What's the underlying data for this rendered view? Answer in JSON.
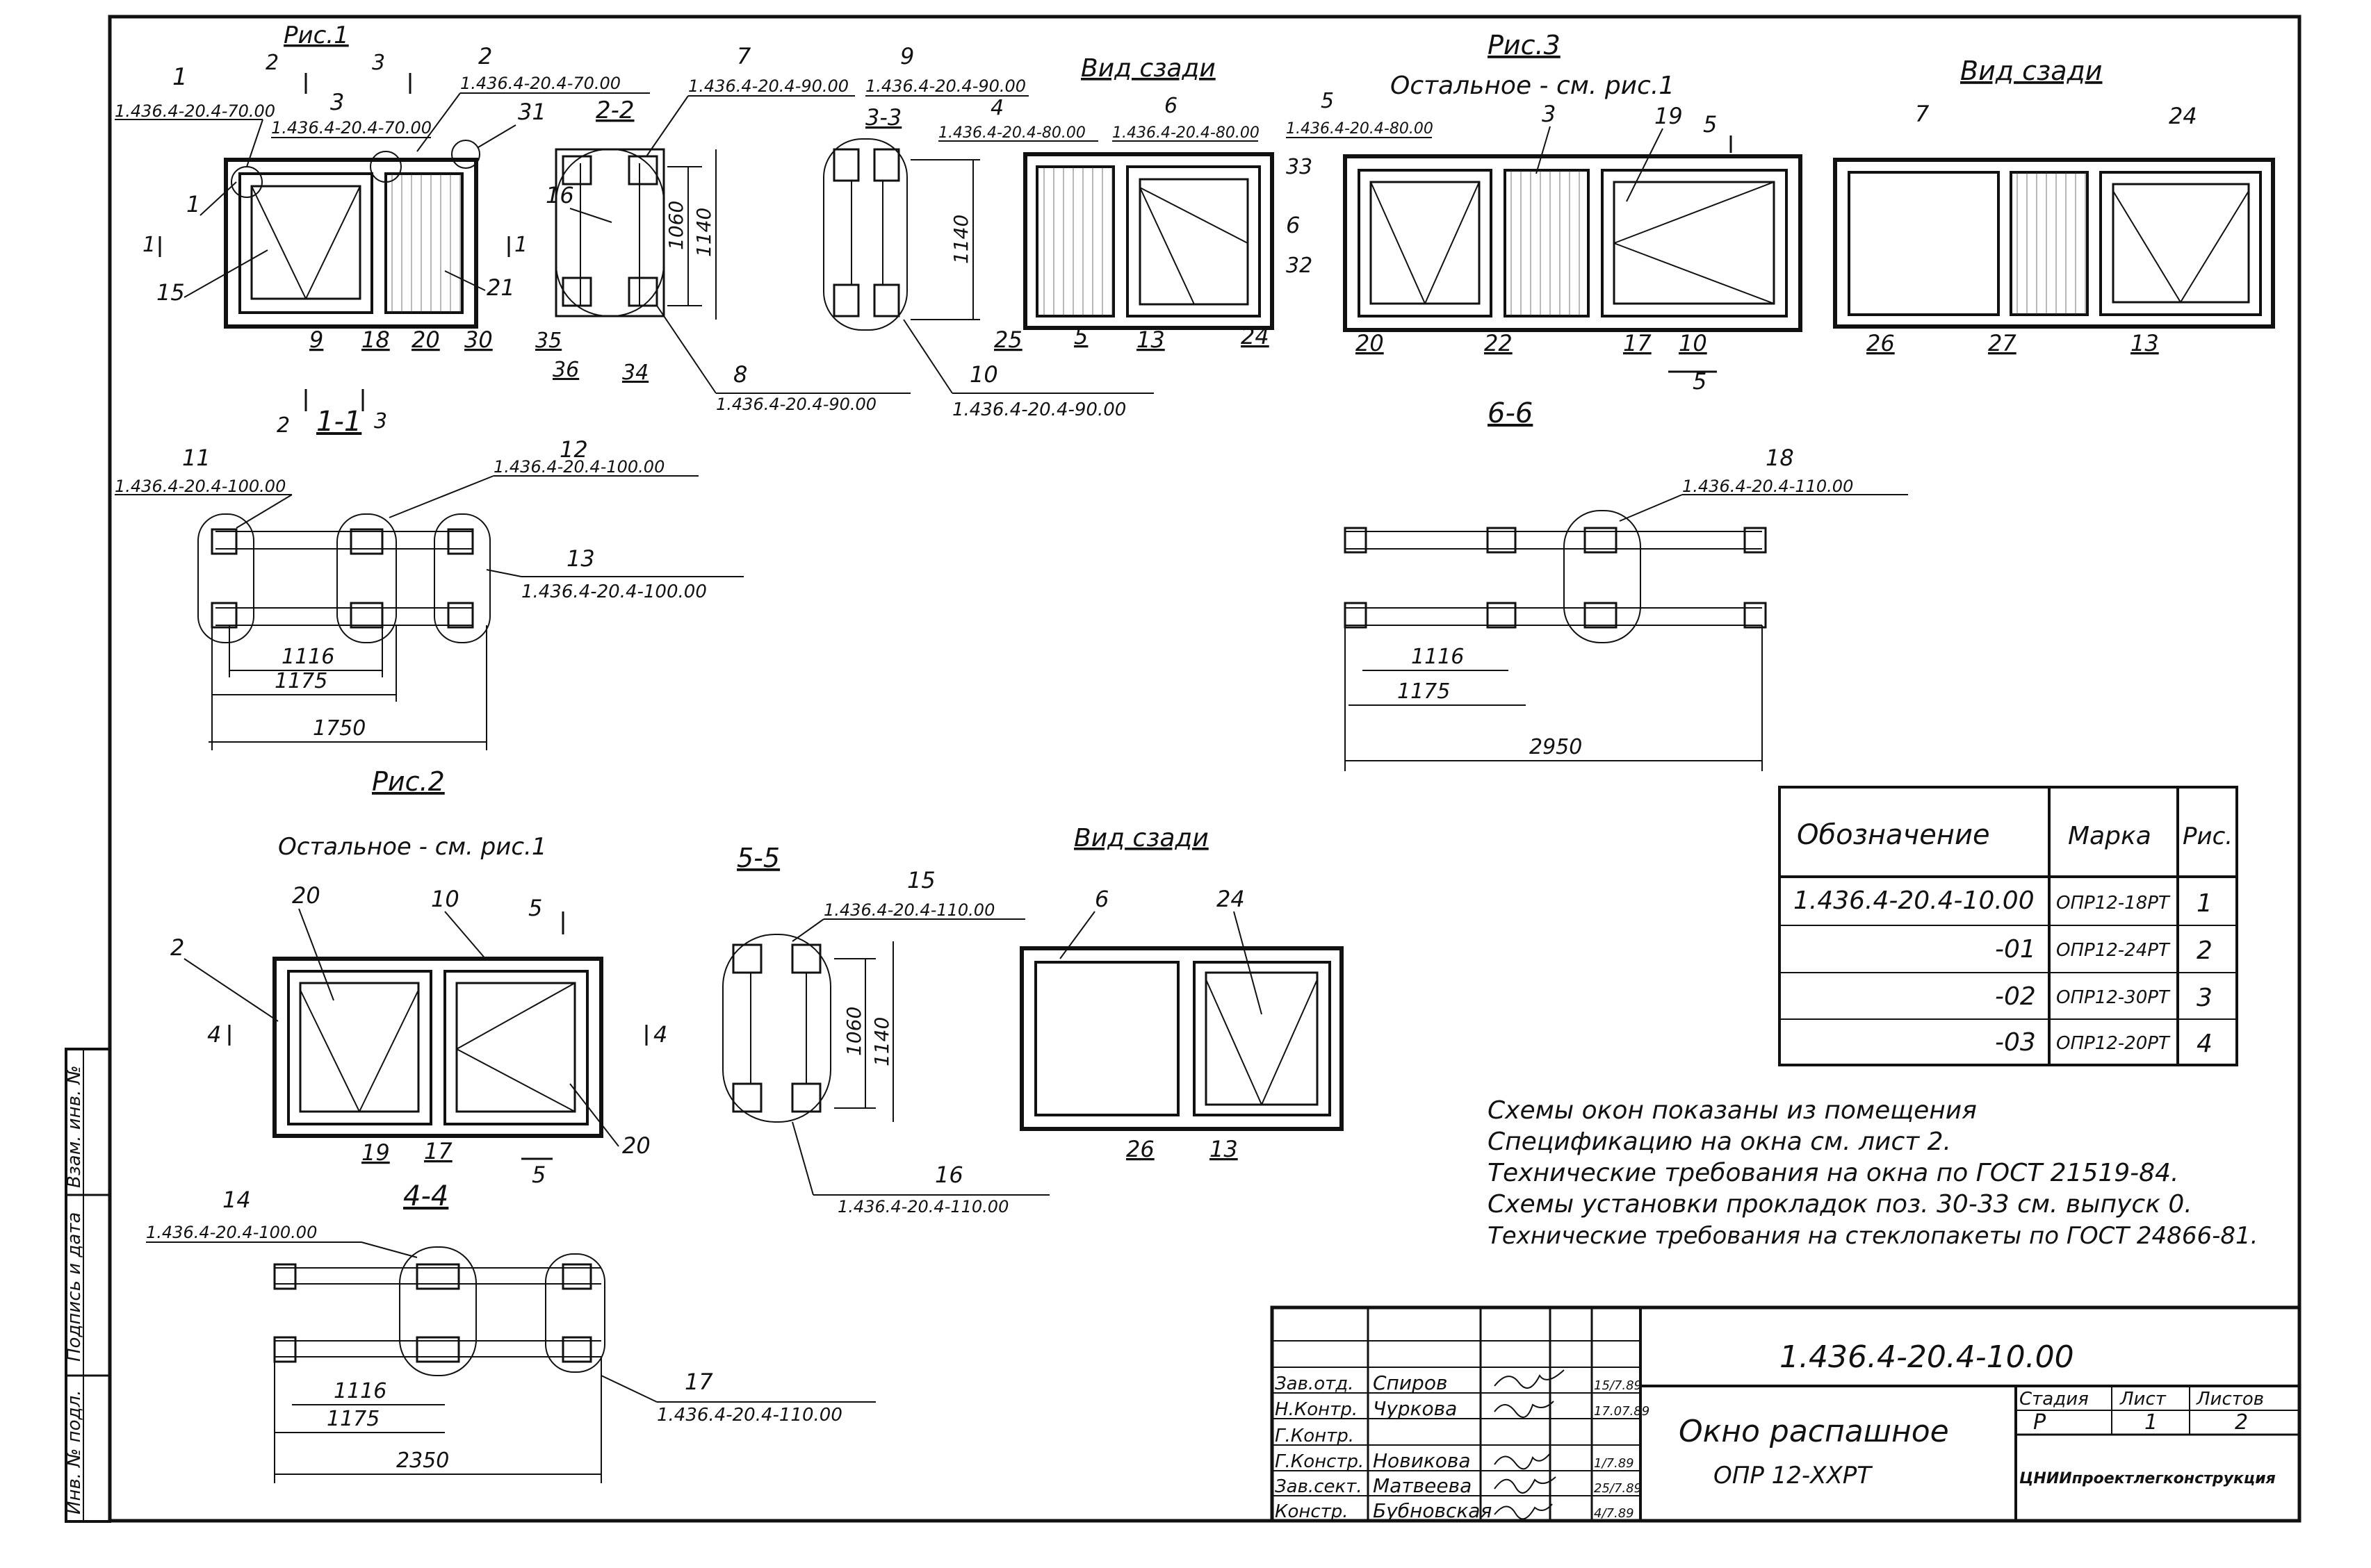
{
  "fig1": {
    "title": "Рис.1",
    "callouts": {
      "c1": "1",
      "c1_code": "1.436.4-20.4-70.00",
      "c3": "3",
      "c3_code": "1.436.4-20.4-70.00",
      "c2": "2",
      "c2_code": "1.436.4-20.4-70.00",
      "c31": "31",
      "c1b": "1",
      "c15": "15",
      "c9": "9",
      "c18": "18",
      "c20": "20",
      "c30": "30",
      "c21": "21",
      "s2": "2",
      "s3": "3",
      "s1": "1",
      "s1r": "1",
      "s2b": "2",
      "s3b": "3"
    },
    "section22": {
      "title": "2-2",
      "c7": "7",
      "c7_code": "1.436.4-20.4-90.00",
      "c16": "16",
      "c35": "35",
      "c36": "36",
      "c34": "34",
      "c8": "8",
      "c8_code": "1.436.4-20.4-90.00",
      "dim1060": "1060",
      "dim1140": "1140"
    },
    "section33": {
      "title": "3-3",
      "c9": "9",
      "c9_code": "1.436.4-20.4-90.00",
      "c10": "10",
      "c10_code": "1.436.4-20.4-90.00",
      "dim1140": "1140"
    },
    "rear": {
      "title": "Вид сзади",
      "c4": "4",
      "c4_code": "1.436.4-20.4-80.00",
      "c6": "6",
      "c6_code": "1.436.4-20.4-80.00",
      "c5": "5",
      "c5_code": "1.436.4-20.4-80.00",
      "c33": "33",
      "c32": "32",
      "c25": "25",
      "c5b": "5",
      "c13": "13",
      "c24": "24"
    },
    "section11": {
      "title": "1-1",
      "c11": "11",
      "c11_code": "1.436.4-20.4-100.00",
      "c12": "12",
      "c12_code": "1.436.4-20.4-100.00",
      "c13": "13",
      "c13_code": "1.436.4-20.4-100.00",
      "d1116": "1116",
      "d1175": "1175",
      "d1750": "1750"
    }
  },
  "fig3": {
    "title": "Рис.3",
    "note": "Остальное - см. рис.1",
    "c3": "3",
    "c19": "19",
    "c5": "5",
    "c6": "6",
    "c20": "20",
    "c22": "22",
    "c17": "17",
    "c10": "10",
    "c5b": "5",
    "rear_title": "Вид сзади",
    "r7": "7",
    "r24": "24",
    "r26": "26",
    "r27": "27",
    "r13": "13",
    "section66": {
      "title": "6-6",
      "c18": "18",
      "c18_code": "1.436.4-20.4-110.00",
      "d1116": "1116",
      "d1175": "1175",
      "d2950": "2950"
    }
  },
  "fig2": {
    "title": "Рис.2",
    "note": "Остальное - см. рис.1",
    "c20": "20",
    "c10": "10",
    "c2": "2",
    "c5": "5",
    "c4a": "4",
    "c4b": "4",
    "c19": "19",
    "c17": "17",
    "c20b": "20",
    "c5b": "5",
    "section55": {
      "title": "5-5",
      "c15": "15",
      "c15_code": "1.436.4-20.4-110.00",
      "c16": "16",
      "c16_code": "1.436.4-20.4-110.00",
      "dim1060": "1060",
      "dim1140": "1140"
    },
    "rear": {
      "title": "Вид сзади",
      "c6": "6",
      "c24": "24",
      "c26": "26",
      "c13": "13"
    },
    "section44": {
      "title": "4-4",
      "c14": "14",
      "c14_code": "1.436.4-20.4-100.00",
      "c17": "17",
      "c17_code": "1.436.4-20.4-110.00",
      "d1116": "1116",
      "d1175": "1175",
      "d2350": "2350"
    }
  },
  "table": {
    "headers": [
      "Обозначение",
      "Марка",
      "Рис."
    ],
    "rows": [
      [
        "1.436.4-20.4-10.00",
        "ОПР12-18РТ",
        "1"
      ],
      [
        "-01",
        "ОПР12-24РТ",
        "2"
      ],
      [
        "-02",
        "ОПР12-30РТ",
        "3"
      ],
      [
        "-03",
        "ОПР12-20РТ",
        "4"
      ]
    ]
  },
  "notes": [
    "Схемы окон показаны из помещения",
    "Спецификацию на окна см. лист 2.",
    "Технические требования на окна по ГОСТ 21519-84.",
    "Схемы установки прокладок поз. 30-33 см. выпуск 0.",
    "Технические требования на стеклопакеты по ГОСТ 24866-81."
  ],
  "side_stamp": [
    "Инв. № подл.",
    "Подпись и дата",
    "Взам. инв. №"
  ],
  "title_block": {
    "doc_code": "1.436.4-20.4-10.00",
    "name": "Окно распашное",
    "mark": "ОПР 12-ХХРТ",
    "stage_label": "Стадия",
    "sheet_label": "Лист",
    "sheets_label": "Листов",
    "stage": "Р",
    "sheet": "1",
    "sheets": "2",
    "org": "ЦНИИпроектлегконструкция",
    "people": [
      {
        "role": "Зав.отд.",
        "name": "Спиров",
        "date": "15/7.89"
      },
      {
        "role": "Н.Контр.",
        "name": "Чуркова",
        "date": "17.07.89"
      },
      {
        "role": "Г.Контр.",
        "name": "",
        "date": ""
      },
      {
        "role": "Г.Констр.",
        "name": "Новикова",
        "date": "1/7.89"
      },
      {
        "role": "Зав.сект.",
        "name": "Матвеева",
        "date": "25/7.89"
      },
      {
        "role": "Констр.",
        "name": "Бубновская",
        "date": "4/7.89"
      }
    ]
  }
}
